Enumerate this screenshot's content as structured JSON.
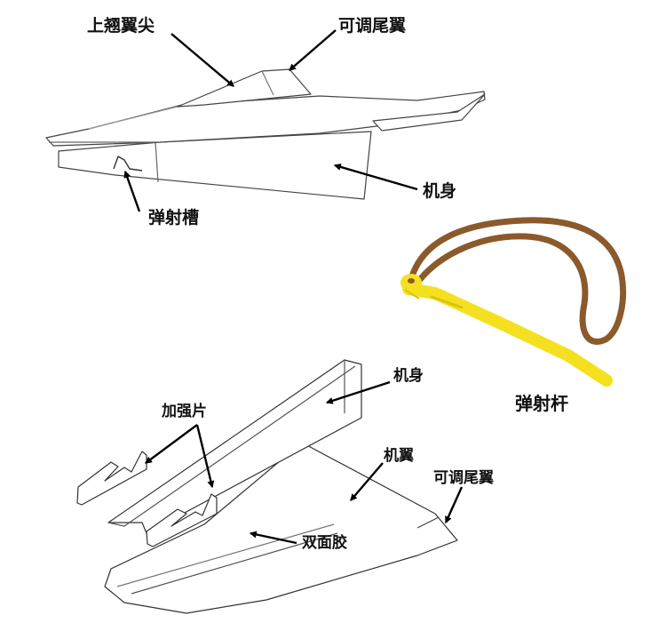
{
  "assembled_view": {
    "labels": {
      "wingtip": "上翘翼尖",
      "tail": "可调尾翼",
      "body": "机身",
      "launch_slot": "弹射槽"
    }
  },
  "slingshot": {
    "label": "弹射杆",
    "colors": {
      "stick": "#f5e020",
      "band": "#8b5a2b"
    }
  },
  "exploded_view": {
    "labels": {
      "body": "机身",
      "reinforcement": "加强片",
      "wing": "机翼",
      "tail": "可调尾翼",
      "tape": "双面胶"
    }
  }
}
